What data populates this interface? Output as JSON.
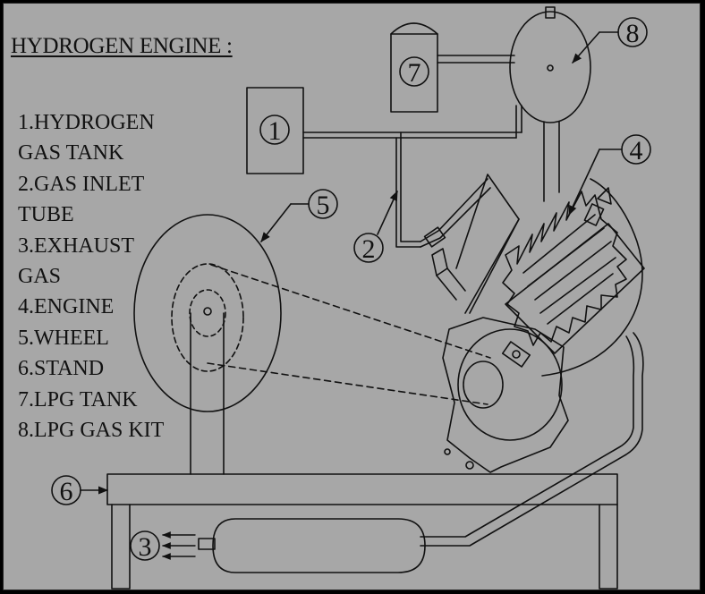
{
  "title": "HYDROGEN ENGINE :",
  "legend": [
    "1.HYDROGEN",
    "GAS  TANK",
    "2.GAS INLET",
    "TUBE",
    "3.EXHAUST",
    "GAS",
    "4.ENGINE",
    "5.WHEEL",
    "6.STAND",
    "7.LPG TANK",
    "8.LPG GAS KIT"
  ],
  "callouts": {
    "c1": "1",
    "c2": "2",
    "c3": "3",
    "c4": "4",
    "c5": "5",
    "c6": "6",
    "c7": "7",
    "c8": "8"
  },
  "colors": {
    "background": "#a7a7a7",
    "border": "#000000",
    "ink": "#111111"
  }
}
